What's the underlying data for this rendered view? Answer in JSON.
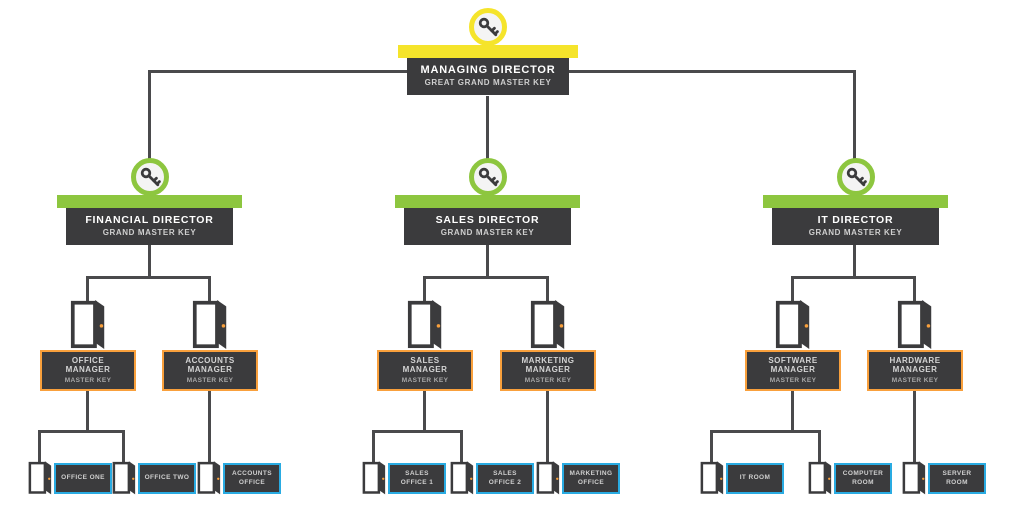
{
  "colors": {
    "yellow": "#f5e42b",
    "green": "#8dc63f",
    "orange": "#f9a03c",
    "blue": "#29abe2",
    "box": "#3b3b3d",
    "line": "#4a4a4c"
  },
  "root": {
    "title": "MANAGING DIRECTOR",
    "subtitle": "GREAT GRAND MASTER KEY"
  },
  "directors": [
    {
      "title": "FINANCIAL DIRECTOR",
      "subtitle": "GRAND MASTER KEY"
    },
    {
      "title": "SALES DIRECTOR",
      "subtitle": "GRAND MASTER KEY"
    },
    {
      "title": "IT DIRECTOR",
      "subtitle": "GRAND MASTER KEY"
    }
  ],
  "managers": [
    {
      "title": "OFFICE MANAGER",
      "subtitle": "MASTER KEY"
    },
    {
      "title": "ACCOUNTS MANAGER",
      "subtitle": "MASTER KEY"
    },
    {
      "title": "SALES MANAGER",
      "subtitle": "MASTER KEY"
    },
    {
      "title": "MARKETING MANAGER",
      "subtitle": "MASTER KEY"
    },
    {
      "title": "SOFTWARE MANAGER",
      "subtitle": "MASTER KEY"
    },
    {
      "title": "HARDWARE MANAGER",
      "subtitle": "MASTER KEY"
    }
  ],
  "rooms": [
    {
      "label": "OFFICE ONE"
    },
    {
      "label": "OFFICE TWO"
    },
    {
      "label": "ACCOUNTS OFFICE"
    },
    {
      "label": "SALES OFFICE 1"
    },
    {
      "label": "SALES OFFICE 2"
    },
    {
      "label": "MARKETING OFFICE"
    },
    {
      "label": "IT ROOM"
    },
    {
      "label": "COMPUTER ROOM"
    },
    {
      "label": "SERVER ROOM"
    }
  ]
}
